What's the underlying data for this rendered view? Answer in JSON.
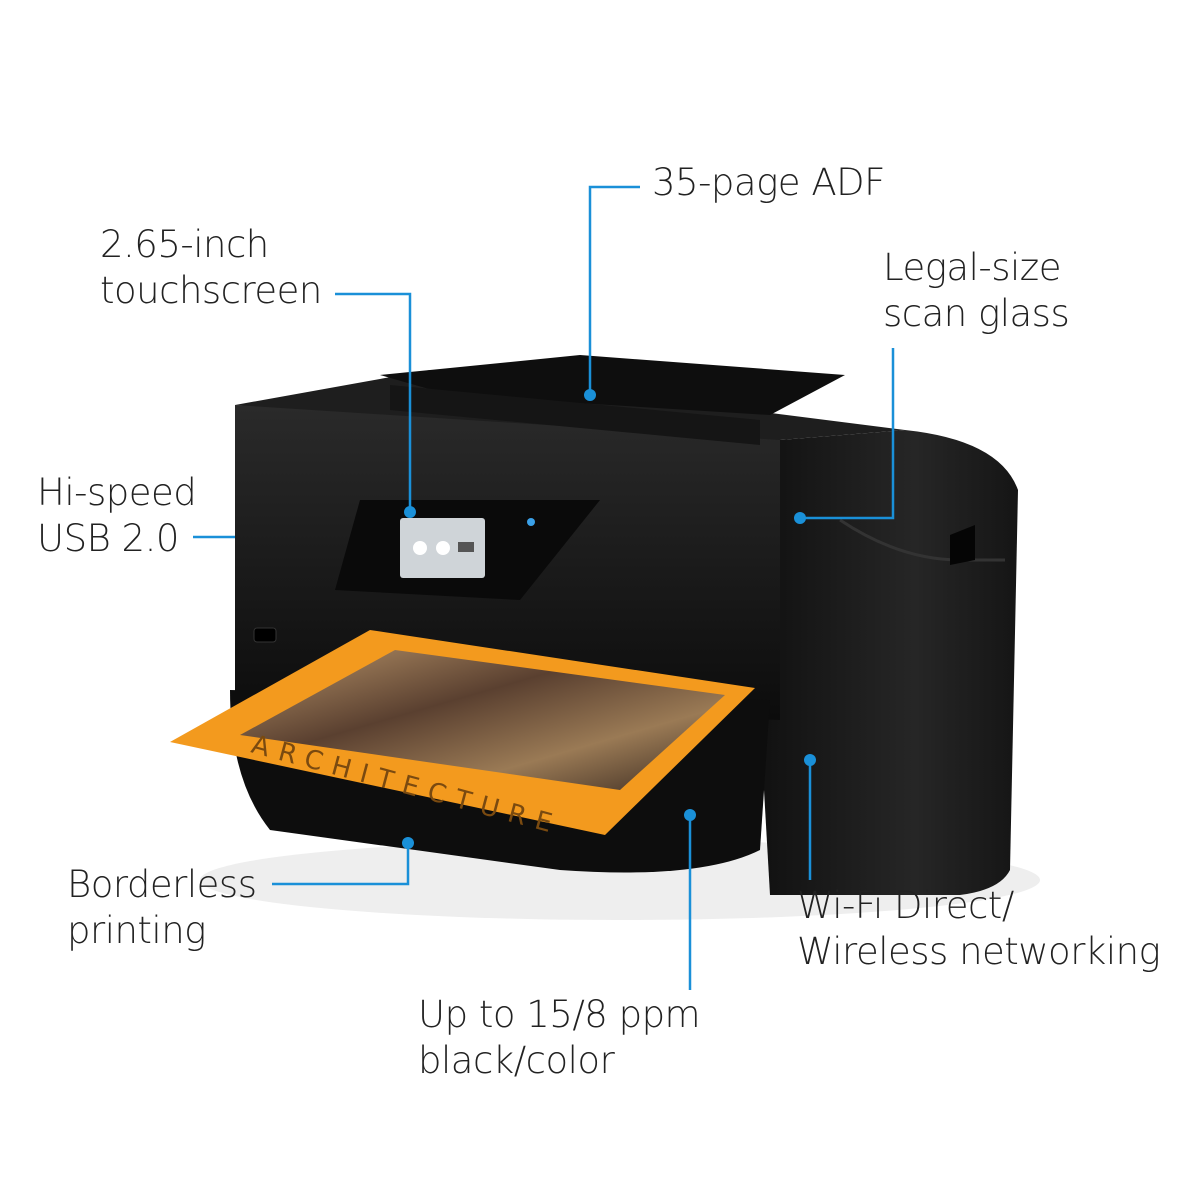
{
  "accent_color": "#1a90d8",
  "callouts": {
    "adf": {
      "lines": [
        "35-page ADF"
      ]
    },
    "touchscreen": {
      "lines": [
        "2.65-inch",
        "touchscreen"
      ]
    },
    "scan_glass": {
      "lines": [
        "Legal-size",
        "scan glass"
      ]
    },
    "usb": {
      "lines": [
        "Hi-speed",
        "USB 2.0"
      ]
    },
    "borderless": {
      "lines": [
        "Borderless",
        "printing"
      ]
    },
    "speed": {
      "lines": [
        "Up to 15/8 ppm",
        "black/color"
      ]
    },
    "wireless": {
      "lines": [
        "Wi-Fi Direct/",
        "Wireless networking"
      ]
    }
  },
  "printout": {
    "text": "ARCHITECTURE"
  }
}
